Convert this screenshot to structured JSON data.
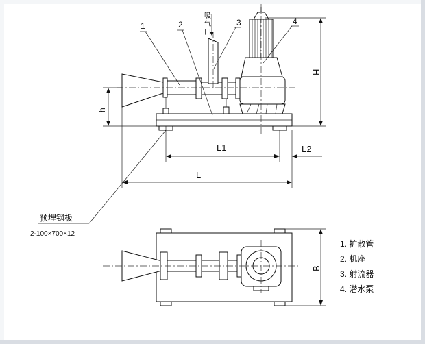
{
  "diagram": {
    "callouts": [
      "1",
      "2",
      "3",
      "4"
    ],
    "air_inlet": [
      "吸",
      "气",
      "口"
    ],
    "dimensions": {
      "h": "h",
      "H": "H",
      "L1": "L1",
      "L2": "L2",
      "L": "L",
      "B": "B"
    },
    "plate_label": "预埋钢板",
    "plate_spec": "2-100×700×12",
    "legend": [
      "1. 扩散管",
      "2. 机座",
      "3. 射流器",
      "4. 潜水泵"
    ]
  },
  "colors": {
    "line": "#111111",
    "background": "#ffffff"
  }
}
